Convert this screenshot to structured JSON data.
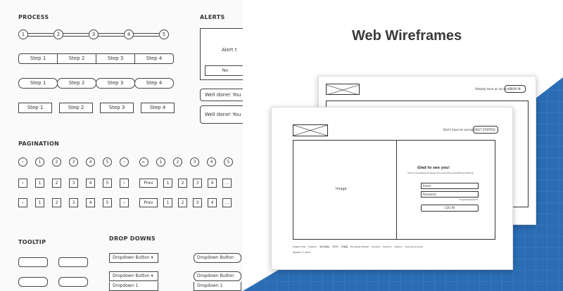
{
  "title": "Web Wireframes",
  "left": {
    "process_label": "PROCESS",
    "stepper": [
      "1",
      "2",
      "3",
      "4",
      "5"
    ],
    "steps": [
      "Step 1",
      "Step 2",
      "Step 3",
      "Step 4"
    ],
    "pagination_label": "PAGINATION",
    "pages": [
      "1",
      "2",
      "3",
      "4",
      "5"
    ],
    "prev_label": "Prev",
    "ellipsis": "...",
    "tooltip_label": "TOOLTIP",
    "dropdowns_label": "DROP DOWNS",
    "dropdown_button": "Dropdown Button",
    "dropdown_item": "Dropdown 1",
    "alerts_label": "ALERTS",
    "alert_text": "Alert t",
    "alert_no": "No",
    "well_done": "Well done! You"
  },
  "mockup_back": {
    "already_text": "Already have an account?",
    "signin": "SIGN IN"
  },
  "mockup_front": {
    "already_text": "Don't have an account?",
    "get_started": "GET STARTED",
    "image_label": "Image",
    "heading": "Glad to see you!",
    "subheading": "You're one password away from unlocking something amazing",
    "email_placeholder": "Email",
    "password_placeholder": "Password",
    "forgot": "Forgot Password?",
    "login": "LOG IN",
    "languages": [
      "English (US)",
      "Español",
      "中文(简体)",
      "한국어",
      "日本語",
      "Português (Brasil)",
      "Español",
      "Deutsch",
      "Italiano",
      "Français (France)"
    ],
    "copyright": "Website © 2019"
  },
  "colors": {
    "blue": "#2a6db5",
    "grid": "#4b86c8"
  }
}
